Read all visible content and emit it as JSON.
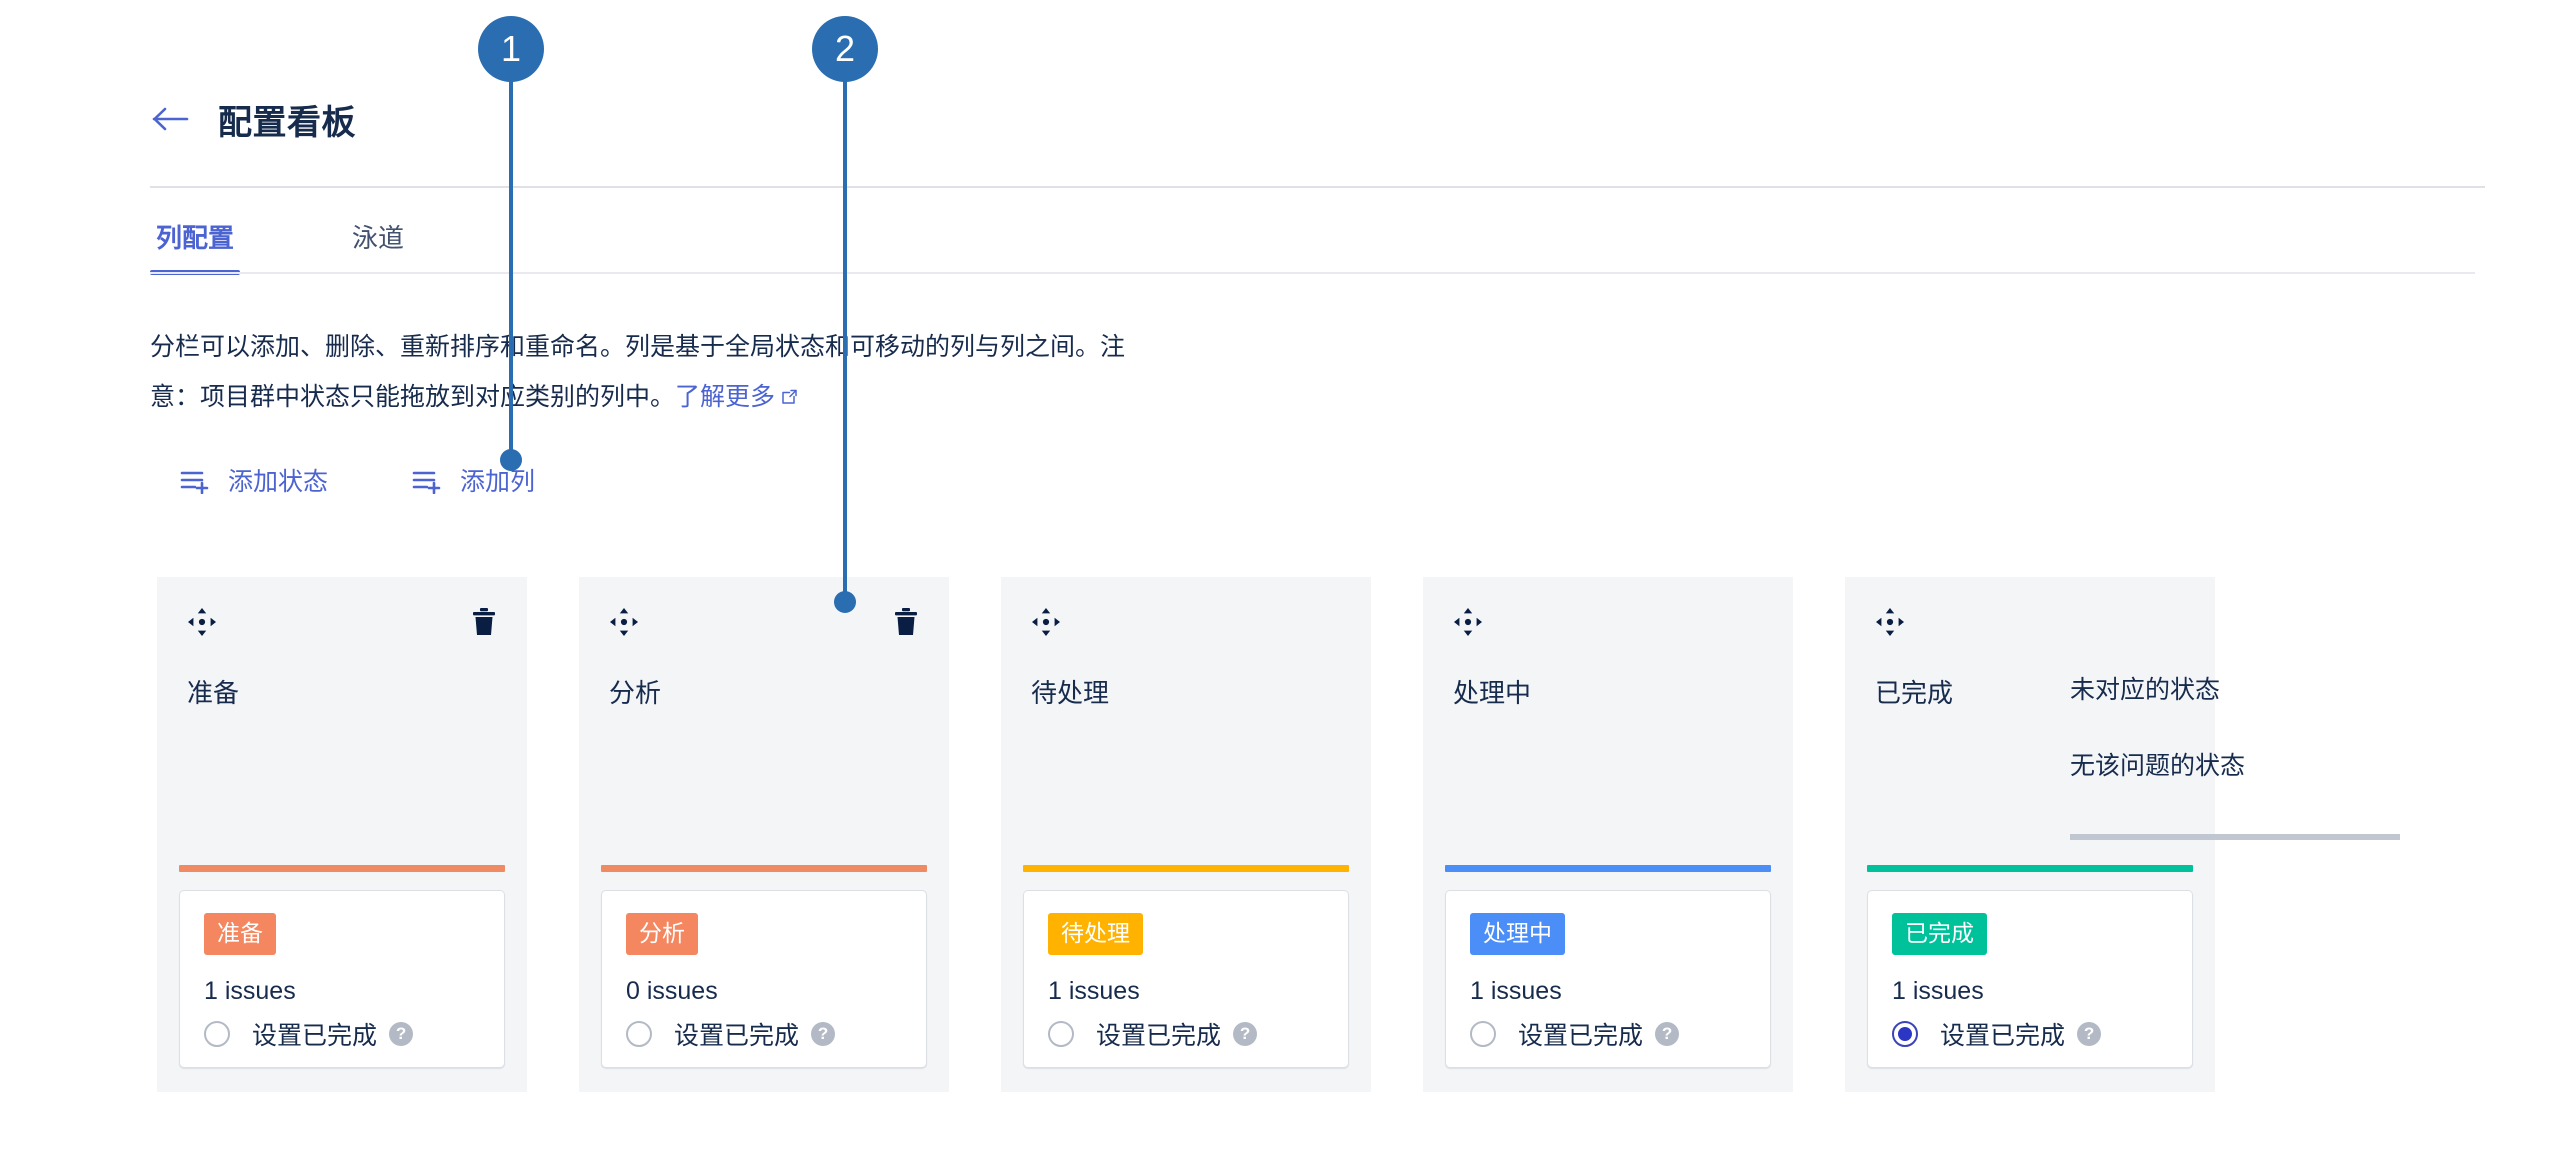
{
  "callouts": [
    {
      "number": "1",
      "target": "add-column-button"
    },
    {
      "number": "2",
      "target": "delete-column-analysis"
    }
  ],
  "header": {
    "back_icon": "arrow-left-icon",
    "title": "配置看板"
  },
  "tabs": [
    {
      "label": "列配置",
      "active": true
    },
    {
      "label": "泳道",
      "active": false
    }
  ],
  "description": {
    "line1": "分栏可以添加、删除、重新排序和重命名。列是基于全局状态和可移动的列与列之间。注",
    "line2": "意：项目群中状态只能拖放到对应类别的列中。",
    "link": "了解更多",
    "link_icon": "external-link-icon"
  },
  "actions": [
    {
      "label": "添加状态",
      "icon": "list-plus-icon",
      "name": "add-status-button"
    },
    {
      "label": "添加列",
      "icon": "list-plus-icon",
      "name": "add-column-button"
    }
  ],
  "columns": [
    {
      "name": "准备",
      "drag_icon": "move-icon",
      "delete_icon": "trash-icon",
      "deletable": true,
      "accent_color": "#F08A63",
      "status": {
        "badge": "准备",
        "badge_color": "#F4875F",
        "issues": "1 issues",
        "done_label": "设置已完成",
        "done_checked": false,
        "help_icon": "help-circle-icon"
      }
    },
    {
      "name": "分析",
      "drag_icon": "move-icon",
      "delete_icon": "trash-icon",
      "deletable": true,
      "accent_color": "#F08A63",
      "status": {
        "badge": "分析",
        "badge_color": "#F4875F",
        "issues": "0 issues",
        "done_label": "设置已完成",
        "done_checked": false,
        "help_icon": "help-circle-icon"
      }
    },
    {
      "name": "待处理",
      "drag_icon": "move-icon",
      "delete_icon": "trash-icon",
      "deletable": false,
      "accent_color": "#FFB300",
      "status": {
        "badge": "待处理",
        "badge_color": "#FFB300",
        "issues": "1 issues",
        "done_label": "设置已完成",
        "done_checked": false,
        "help_icon": "help-circle-icon"
      }
    },
    {
      "name": "处理中",
      "drag_icon": "move-icon",
      "delete_icon": "trash-icon",
      "deletable": false,
      "accent_color": "#4C8EF7",
      "status": {
        "badge": "处理中",
        "badge_color": "#4C8EF7",
        "issues": "1 issues",
        "done_label": "设置已完成",
        "done_checked": false,
        "help_icon": "help-circle-icon"
      }
    },
    {
      "name": "已完成",
      "drag_icon": "move-icon",
      "delete_icon": "trash-icon",
      "deletable": false,
      "accent_color": "#00C29A",
      "status": {
        "badge": "已完成",
        "badge_color": "#00C29A",
        "issues": "1 issues",
        "done_label": "设置已完成",
        "done_checked": true,
        "help_icon": "help-circle-icon"
      }
    }
  ],
  "unmapped": {
    "title": "未对应的状态",
    "empty_text": "无该问题的状态"
  },
  "colors": {
    "accent_blue": "#4C63D2",
    "callout_blue": "#2A6DB0",
    "panel_gray": "#F4F5F7"
  }
}
